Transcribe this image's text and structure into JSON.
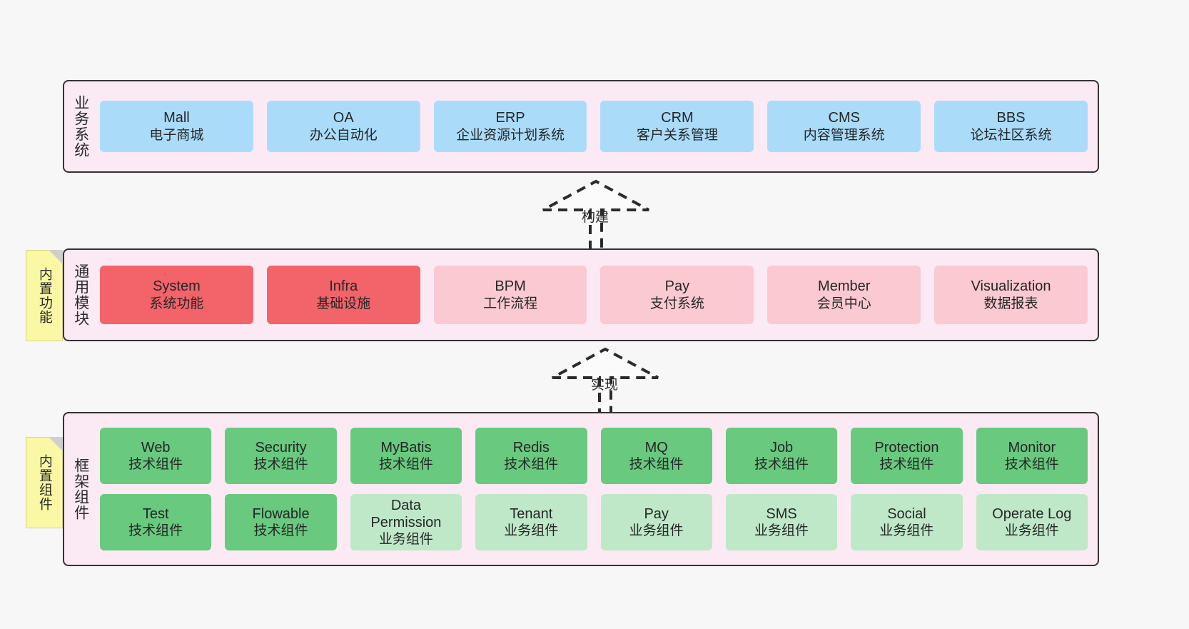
{
  "diagram": {
    "background_color": "#f7f7f7",
    "panel_color": "#fbeaf4",
    "panel_border_color": "#333333"
  },
  "notes": [
    {
      "name": "builtin-function",
      "text": "内置功能",
      "color": "#faf8a4"
    },
    {
      "name": "builtin-component",
      "text": "内置组件",
      "color": "#faf8a4"
    }
  ],
  "layers": [
    {
      "id": "business",
      "title": "业务系统",
      "rows": [
        {
          "cards": [
            {
              "t1": "Mall",
              "t2": "电子商城",
              "color": "#aadcfa",
              "variant": "c-blue"
            },
            {
              "t1": "OA",
              "t2": "办公自动化",
              "color": "#aadcfa",
              "variant": "c-blue"
            },
            {
              "t1": "ERP",
              "t2": "企业资源计划系统",
              "color": "#aadcfa",
              "variant": "c-blue"
            },
            {
              "t1": "CRM",
              "t2": "客户关系管理",
              "color": "#aadcfa",
              "variant": "c-blue"
            },
            {
              "t1": "CMS",
              "t2": "内容管理系统",
              "color": "#aadcfa",
              "variant": "c-blue"
            },
            {
              "t1": "BBS",
              "t2": "论坛社区系统",
              "color": "#aadcfa",
              "variant": "c-blue"
            }
          ]
        }
      ]
    },
    {
      "id": "common",
      "title": "通用模块",
      "rows": [
        {
          "cards": [
            {
              "t1": "System",
              "t2": "系统功能",
              "color": "#f2636a",
              "variant": "c-red"
            },
            {
              "t1": "Infra",
              "t2": "基础设施",
              "color": "#f2636a",
              "variant": "c-red"
            },
            {
              "t1": "BPM",
              "t2": "工作流程",
              "color": "#fbc9d2",
              "variant": "c-pink"
            },
            {
              "t1": "Pay",
              "t2": "支付系统",
              "color": "#fbc9d2",
              "variant": "c-pink"
            },
            {
              "t1": "Member",
              "t2": "会员中心",
              "color": "#fbc9d2",
              "variant": "c-pink"
            },
            {
              "t1": "Visualization",
              "t2": "数据报表",
              "color": "#fbc9d2",
              "variant": "c-pink"
            }
          ]
        }
      ]
    },
    {
      "id": "framework",
      "title": "框架组件",
      "rows": [
        {
          "cards": [
            {
              "t1": "Web",
              "t2": "技术组件",
              "color": "#68c97f",
              "variant": "c-green"
            },
            {
              "t1": "Security",
              "t2": "技术组件",
              "color": "#68c97f",
              "variant": "c-green"
            },
            {
              "t1": "MyBatis",
              "t2": "技术组件",
              "color": "#68c97f",
              "variant": "c-green"
            },
            {
              "t1": "Redis",
              "t2": "技术组件",
              "color": "#68c97f",
              "variant": "c-green"
            },
            {
              "t1": "MQ",
              "t2": "技术组件",
              "color": "#68c97f",
              "variant": "c-green"
            },
            {
              "t1": "Job",
              "t2": "技术组件",
              "color": "#68c97f",
              "variant": "c-green"
            },
            {
              "t1": "Protection",
              "t2": "技术组件",
              "color": "#68c97f",
              "variant": "c-green"
            },
            {
              "t1": "Monitor",
              "t2": "技术组件",
              "color": "#68c97f",
              "variant": "c-green"
            }
          ]
        },
        {
          "cards": [
            {
              "t1": "Test",
              "t2": "技术组件",
              "color": "#68c97f",
              "variant": "c-green"
            },
            {
              "t1": "Flowable",
              "t2": "技术组件",
              "color": "#68c97f",
              "variant": "c-green"
            },
            {
              "t1": "Data Permission",
              "t2": "业务组件",
              "color": "#bfe8c8",
              "variant": "c-greenlight"
            },
            {
              "t1": "Tenant",
              "t2": "业务组件",
              "color": "#bfe8c8",
              "variant": "c-greenlight"
            },
            {
              "t1": "Pay",
              "t2": "业务组件",
              "color": "#bfe8c8",
              "variant": "c-greenlight"
            },
            {
              "t1": "SMS",
              "t2": "业务组件",
              "color": "#bfe8c8",
              "variant": "c-greenlight"
            },
            {
              "t1": "Social",
              "t2": "业务组件",
              "color": "#bfe8c8",
              "variant": "c-greenlight"
            },
            {
              "t1": "Operate Log",
              "t2": "业务组件",
              "color": "#bfe8c8",
              "variant": "c-greenlight"
            }
          ]
        }
      ]
    }
  ],
  "arrows": [
    {
      "name": "build-arrow",
      "label": "构建",
      "style": "dashed-hollow-up"
    },
    {
      "name": "implement-arrow",
      "label": "实现",
      "style": "dashed-hollow-up"
    }
  ]
}
